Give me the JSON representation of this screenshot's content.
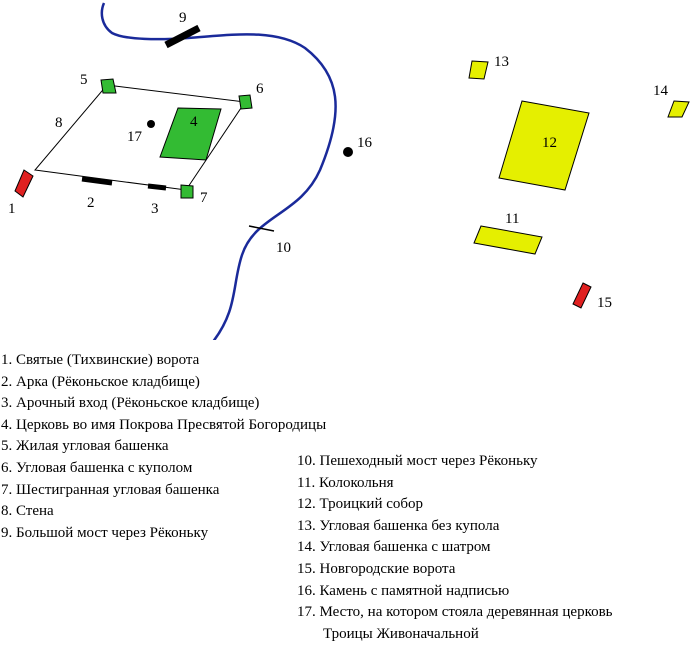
{
  "map": {
    "colors": {
      "river": "#1a2a9a",
      "green_building": "#33bb33",
      "yellow_building": "#e5ef00",
      "red_gate": "#e02020",
      "outline": "#000000"
    },
    "labels": {
      "n1": "1",
      "n2": "2",
      "n3": "3",
      "n4": "4",
      "n5": "5",
      "n6": "6",
      "n7": "7",
      "n8": "8",
      "n9": "9",
      "n10": "10",
      "n11": "11",
      "n12": "12",
      "n13": "13",
      "n14": "14",
      "n15": "15",
      "n16": "16",
      "n17": "17"
    }
  },
  "legend": {
    "left": [
      {
        "num": "1.",
        "text": "Святые (Тихвинские) ворота"
      },
      {
        "num": "2.",
        "text": "Арка (Рёконьское кладбище)"
      },
      {
        "num": "3.",
        "text": "Арочный вход (Рёконьское кладбище)"
      },
      {
        "num": "4.",
        "text": "Церковь во имя Покрова Пресвятой Богородицы"
      },
      {
        "num": "5.",
        "text": "Жилая угловая башенка"
      },
      {
        "num": "6.",
        "text": "Угловая башенка с куполом"
      },
      {
        "num": "7.",
        "text": "Шестигранная угловая башенка"
      },
      {
        "num": "8.",
        "text": "Стена"
      },
      {
        "num": "9.",
        "text": "Большой мост через Рёконьку"
      }
    ],
    "right": [
      {
        "num": "10.",
        "text": "Пешеходный мост через Рёконьку"
      },
      {
        "num": "11.",
        "text": "Колокольня"
      },
      {
        "num": "12.",
        "text": "Троицкий собор"
      },
      {
        "num": "13.",
        "text": "Угловая башенка без купола"
      },
      {
        "num": "14.",
        "text": " Угловая башенка с шатром"
      },
      {
        "num": "15.",
        "text": "Новгородские ворота"
      },
      {
        "num": "16.",
        "text": "Камень с памятной надписью"
      },
      {
        "num": "17.",
        "text": "Место, на котором стояла деревянная церковь",
        "cont": "Троицы Живоначальной"
      }
    ]
  }
}
